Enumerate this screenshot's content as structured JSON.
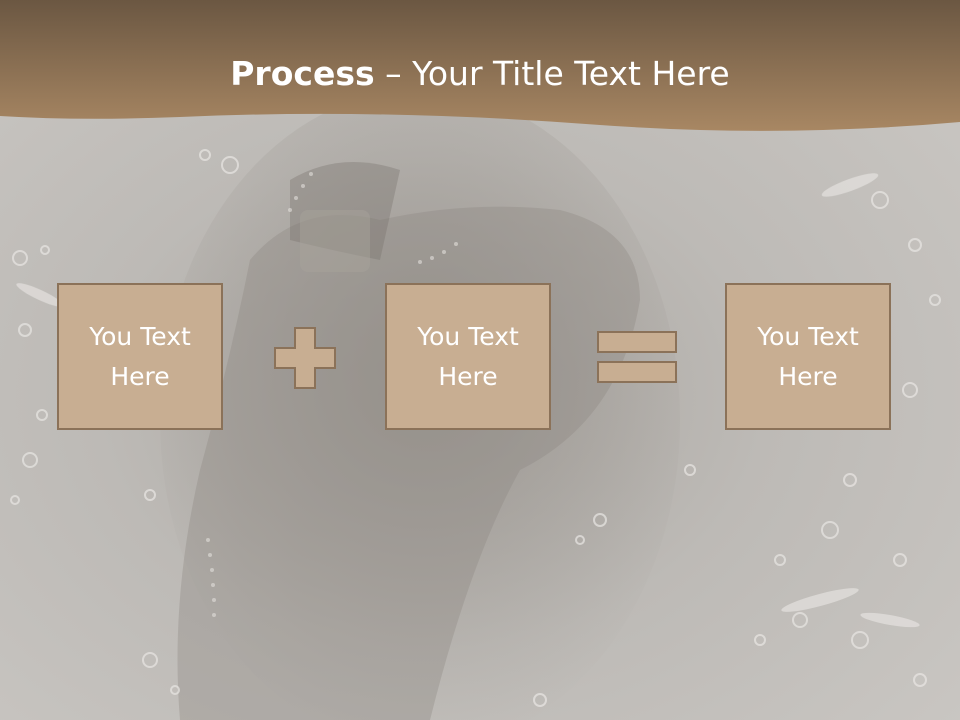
{
  "title": {
    "bold": "Process",
    "rest": " – Your Title Text Here"
  },
  "process": {
    "boxes": [
      {
        "line1": "You Text",
        "line2": "Here"
      },
      {
        "line1": "You Text",
        "line2": "Here"
      },
      {
        "line1": "You Text",
        "line2": "Here"
      }
    ],
    "operators": [
      "plus",
      "equals"
    ]
  },
  "colors": {
    "header_top": "#6e5a43",
    "header_bottom": "#a98661",
    "box_fill": "#c8ae92",
    "box_border": "#8b7259",
    "background": "#c3c0bc"
  },
  "background_image": "water-splash-photo"
}
